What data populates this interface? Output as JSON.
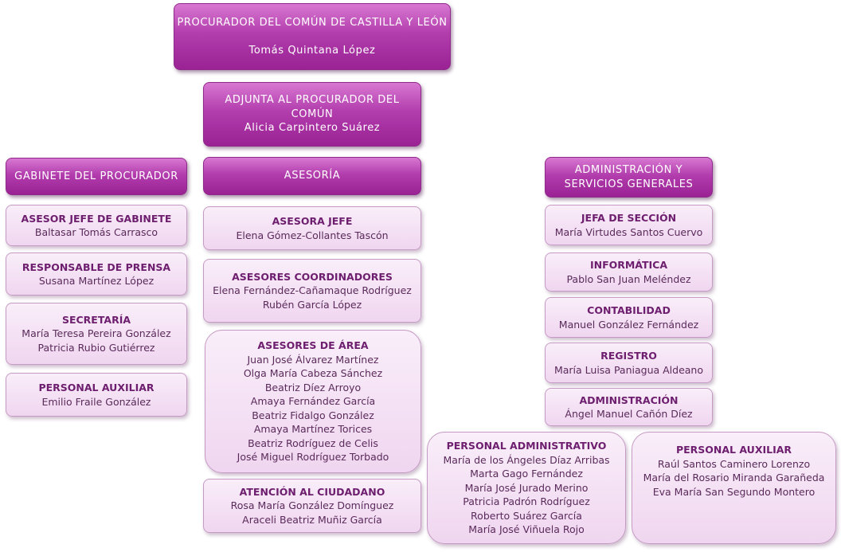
{
  "procurador": {
    "title": "PROCURADOR DEL COMÚN DE CASTILLA Y LEÓN",
    "name": "Tomás Quintana López"
  },
  "adjunta": {
    "title_line1": "ADJUNTA AL PROCURADOR DEL",
    "title_line2": "COMÚN",
    "name": "Alicia Carpintero Suárez"
  },
  "gabinete": {
    "header": "GABINETE DEL PROCURADOR",
    "asesor_jefe": {
      "title": "ASESOR JEFE DE GABINETE",
      "name": "Baltasar Tomás Carrasco"
    },
    "prensa": {
      "title": "RESPONSABLE DE PRENSA",
      "name": "Susana Martínez López"
    },
    "secretaria": {
      "title": "SECRETARÍA",
      "names": [
        "María Teresa Pereira González",
        "Patricia Rubio Gutiérrez"
      ]
    },
    "auxiliar": {
      "title": "PERSONAL AUXILIAR",
      "name": "Emilio Fraile González"
    }
  },
  "asesoria": {
    "header": "ASESORÍA",
    "jefe": {
      "title": "ASESORA JEFE",
      "name": "Elena Gómez-Collantes Tascón"
    },
    "coordinadores": {
      "title": "ASESORES COORDINADORES",
      "names": [
        "Elena Fernández-Cañamaque Rodríguez",
        "Rubén García López"
      ]
    },
    "area": {
      "title": "ASESORES DE ÁREA",
      "names": [
        "Juan José Álvarez Martínez",
        "Olga María Cabeza Sánchez",
        "Beatriz Díez Arroyo",
        "Amaya Fernández García",
        "Beatriz Fidalgo González",
        "Amaya Martínez Torices",
        "Beatriz Rodríguez de Celis",
        "José Miguel Rodríguez Torbado"
      ]
    },
    "atencion": {
      "title": "ATENCIÓN AL CIUDADANO",
      "names": [
        "Rosa María González Domínguez",
        "Araceli Beatriz Muñiz García"
      ]
    }
  },
  "administracion": {
    "header_line1": "ADMINISTRACIÓN Y",
    "header_line2": "SERVICIOS GENERALES",
    "jefa": {
      "title": "JEFA DE SECCIÓN",
      "name": "María  Virtudes Santos Cuervo"
    },
    "informatica": {
      "title": "INFORMÁTICA",
      "name": "Pablo San Juan Meléndez"
    },
    "contabilidad": {
      "title": "CONTABILIDAD",
      "name": "Manuel González Fernández"
    },
    "registro": {
      "title": "REGISTRO",
      "name": "María  Luisa Paniagua Aldeano"
    },
    "admin": {
      "title": "ADMINISTRACIÓN",
      "name": "Ángel Manuel Cañón Díez"
    },
    "administrativo": {
      "title": "PERSONAL ADMINISTRATIVO",
      "names": [
        "María de los Ángeles Díaz Arribas",
        "Marta Gago Fernández",
        "María José Jurado Merino",
        "Patricia Padrón Rodríguez",
        "Roberto Suárez García",
        "María José Viñuela Rojo"
      ]
    },
    "auxiliar": {
      "title": "PERSONAL AUXILIAR",
      "names": [
        "Raúl Santos Caminero Lorenzo",
        "María del Rosario Miranda Garañeda",
        "Eva María San Segundo Montero"
      ]
    }
  }
}
